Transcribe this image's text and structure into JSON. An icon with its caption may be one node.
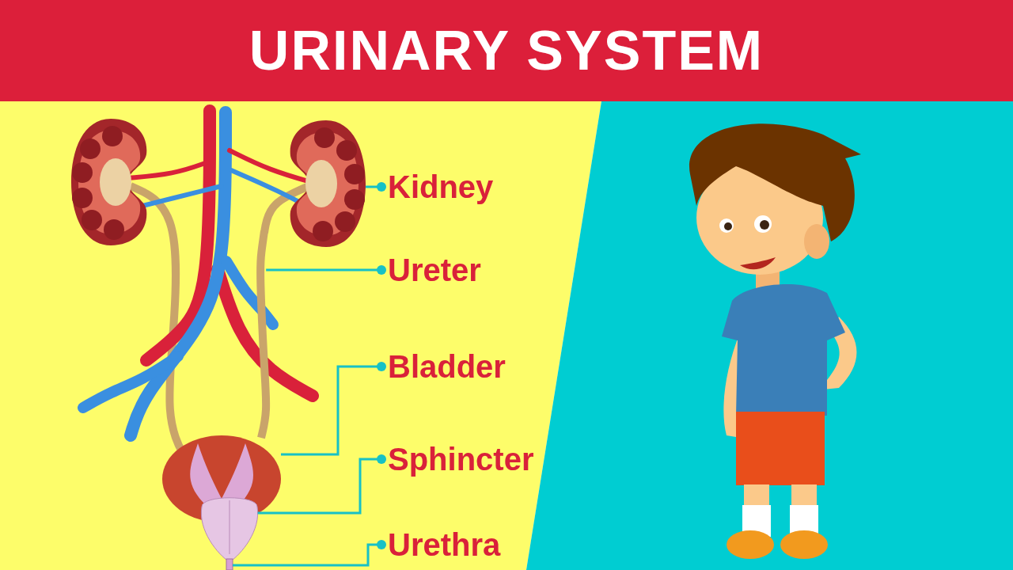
{
  "diagram": {
    "title": "URINARY SYSTEM",
    "nodes": [
      {
        "text": [
          "Kidney"
        ]
      },
      {
        "text": [
          "Ureter"
        ]
      },
      {
        "text": [
          "Bladder"
        ]
      },
      {
        "text": [
          "Sphincter"
        ]
      },
      {
        "text": [
          "Urethra"
        ]
      },
      {
        "text": [],
        "shape": "picture"
      },
      {
        "text": [],
        "shape": "picture"
      },
      {
        "text": [],
        "shape": "picture"
      },
      {
        "text": [],
        "shape": "picture"
      },
      {
        "text": [],
        "shape": "bar"
      }
    ],
    "edges": [
      {
        "from": 0,
        "to": 5,
        "arrow": "other"
      },
      {
        "from": 1,
        "to": 6,
        "arrow": "other"
      },
      {
        "from": 2,
        "to": 7,
        "arrow": "other"
      },
      {
        "from": 3,
        "to": 8,
        "arrow": "other"
      },
      {
        "from": 4,
        "to": 9,
        "arrow": "other"
      }
    ]
  }
}
